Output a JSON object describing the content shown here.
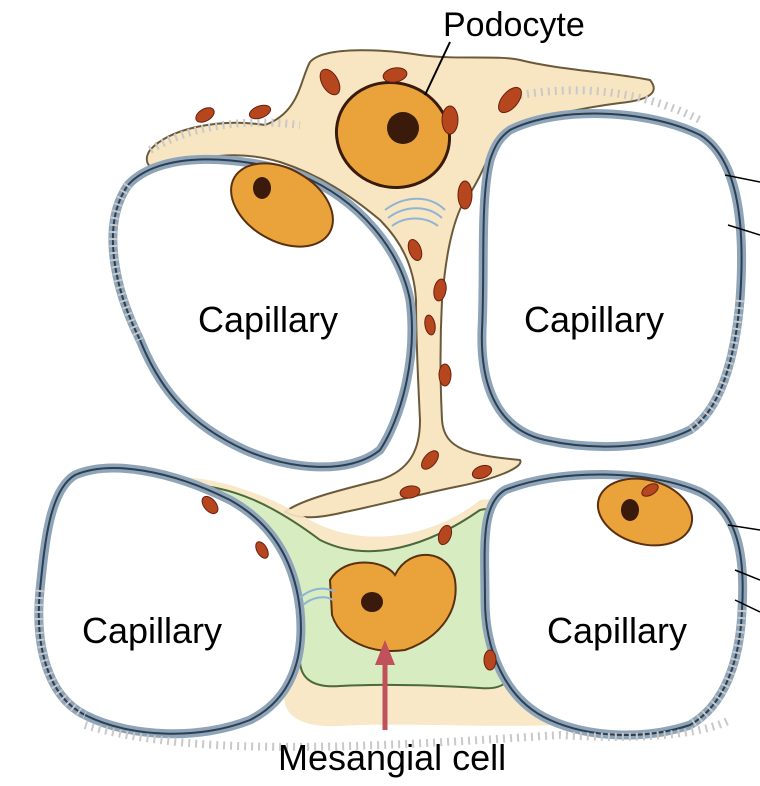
{
  "labels": {
    "podocyte": "Podocyte",
    "capillary_top_left": "Capillary",
    "capillary_top_right": "Capillary",
    "capillary_bottom_left": "Capillary",
    "capillary_bottom_right": "Capillary",
    "mesangial_cell": "Mesangial cell"
  },
  "colors": {
    "podocyte_cytoplasm": "#f8e6c2",
    "endothelial_cytoplasm": "#f2c2ad",
    "mesangial_matrix": "#d8ecc2",
    "nucleus": "#e9a33a",
    "nucleus_dark": "#3a1a0a",
    "mitochondria": "#b5461e",
    "basement_membrane": "#5b7a96",
    "golgi": "#8fb4d4",
    "arrow": "#c0505a",
    "foot_processes": "#bdbdbd"
  },
  "icons": [
    "arrow-up-icon"
  ]
}
